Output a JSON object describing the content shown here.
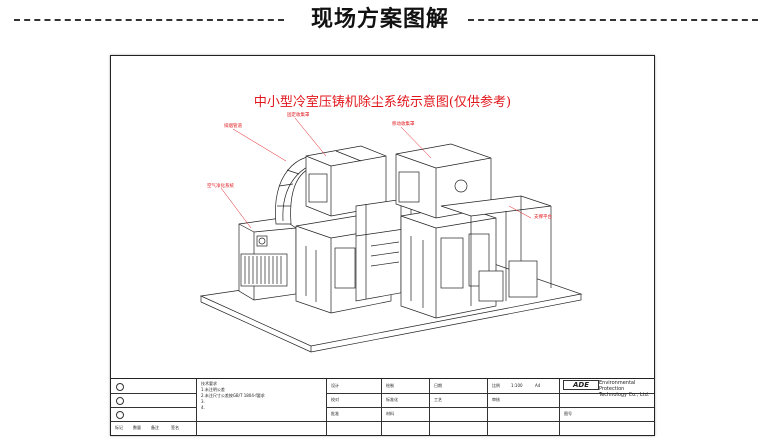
{
  "header": {
    "title": "现场方案图解"
  },
  "drawing": {
    "title": "中小型冷室压铸机除尘系统示意图(仅供参考)",
    "callouts": [
      "排烟管道",
      "固定收集罩",
      "移动收集罩",
      "空气净化系统",
      "支撑平台"
    ]
  },
  "title_block": {
    "notes": [
      "技术要求",
      "1.未注明公差",
      "2.未注尺寸公差按GB/T 1804-f要求",
      "3.",
      "4."
    ],
    "fields": {
      "design": "设计",
      "drawn": "绘制",
      "check": "校对",
      "standard": "标准化",
      "approve": "批准",
      "date": "日期",
      "scale_label": "比例",
      "scale": "1:100",
      "sheet_size": "A4",
      "process": "工艺",
      "audit": "审核",
      "drawing_no": "图号",
      "material": "材料",
      "mark": "标记",
      "quantity": "数量",
      "remark": "备注",
      "sign": "签名"
    },
    "logo": "ADE",
    "company": [
      "Environmental",
      "Protection Technology Co., Ltd."
    ]
  }
}
